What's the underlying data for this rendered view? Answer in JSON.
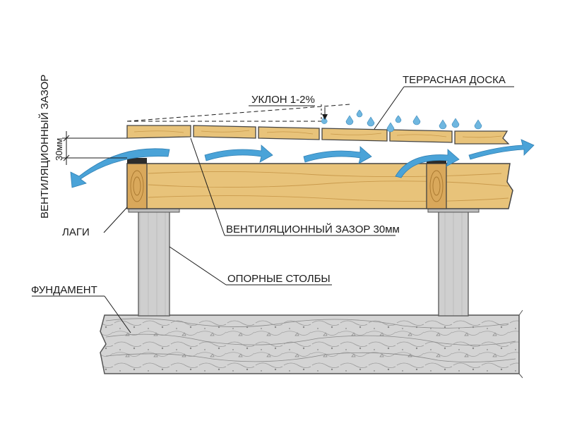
{
  "labels": {
    "decking_board": "ТЕРРАСНАЯ ДОСКА",
    "slope": "УКЛОН 1-2%",
    "vent_gap_vertical": "ВЕНТИЛЯЦИОННЫЙ ЗАЗОР",
    "dimension_value": "30мм",
    "joists": "ЛАГИ",
    "vent_gap_30": "ВЕНТИЛЯЦИОННЫЙ ЗАЗОР 30мм",
    "support_posts": "ОПОРНЫЕ СТОЛБЫ",
    "foundation": "ФУНДАМЕНТ"
  },
  "colors": {
    "wood": "#e8c37a",
    "wood_dark": "#c99a4c",
    "air_arrow": "#4aa3d8",
    "concrete": "#d4d4d4",
    "post": "#cfcfcf",
    "water_drop": "#6fb7e0"
  }
}
